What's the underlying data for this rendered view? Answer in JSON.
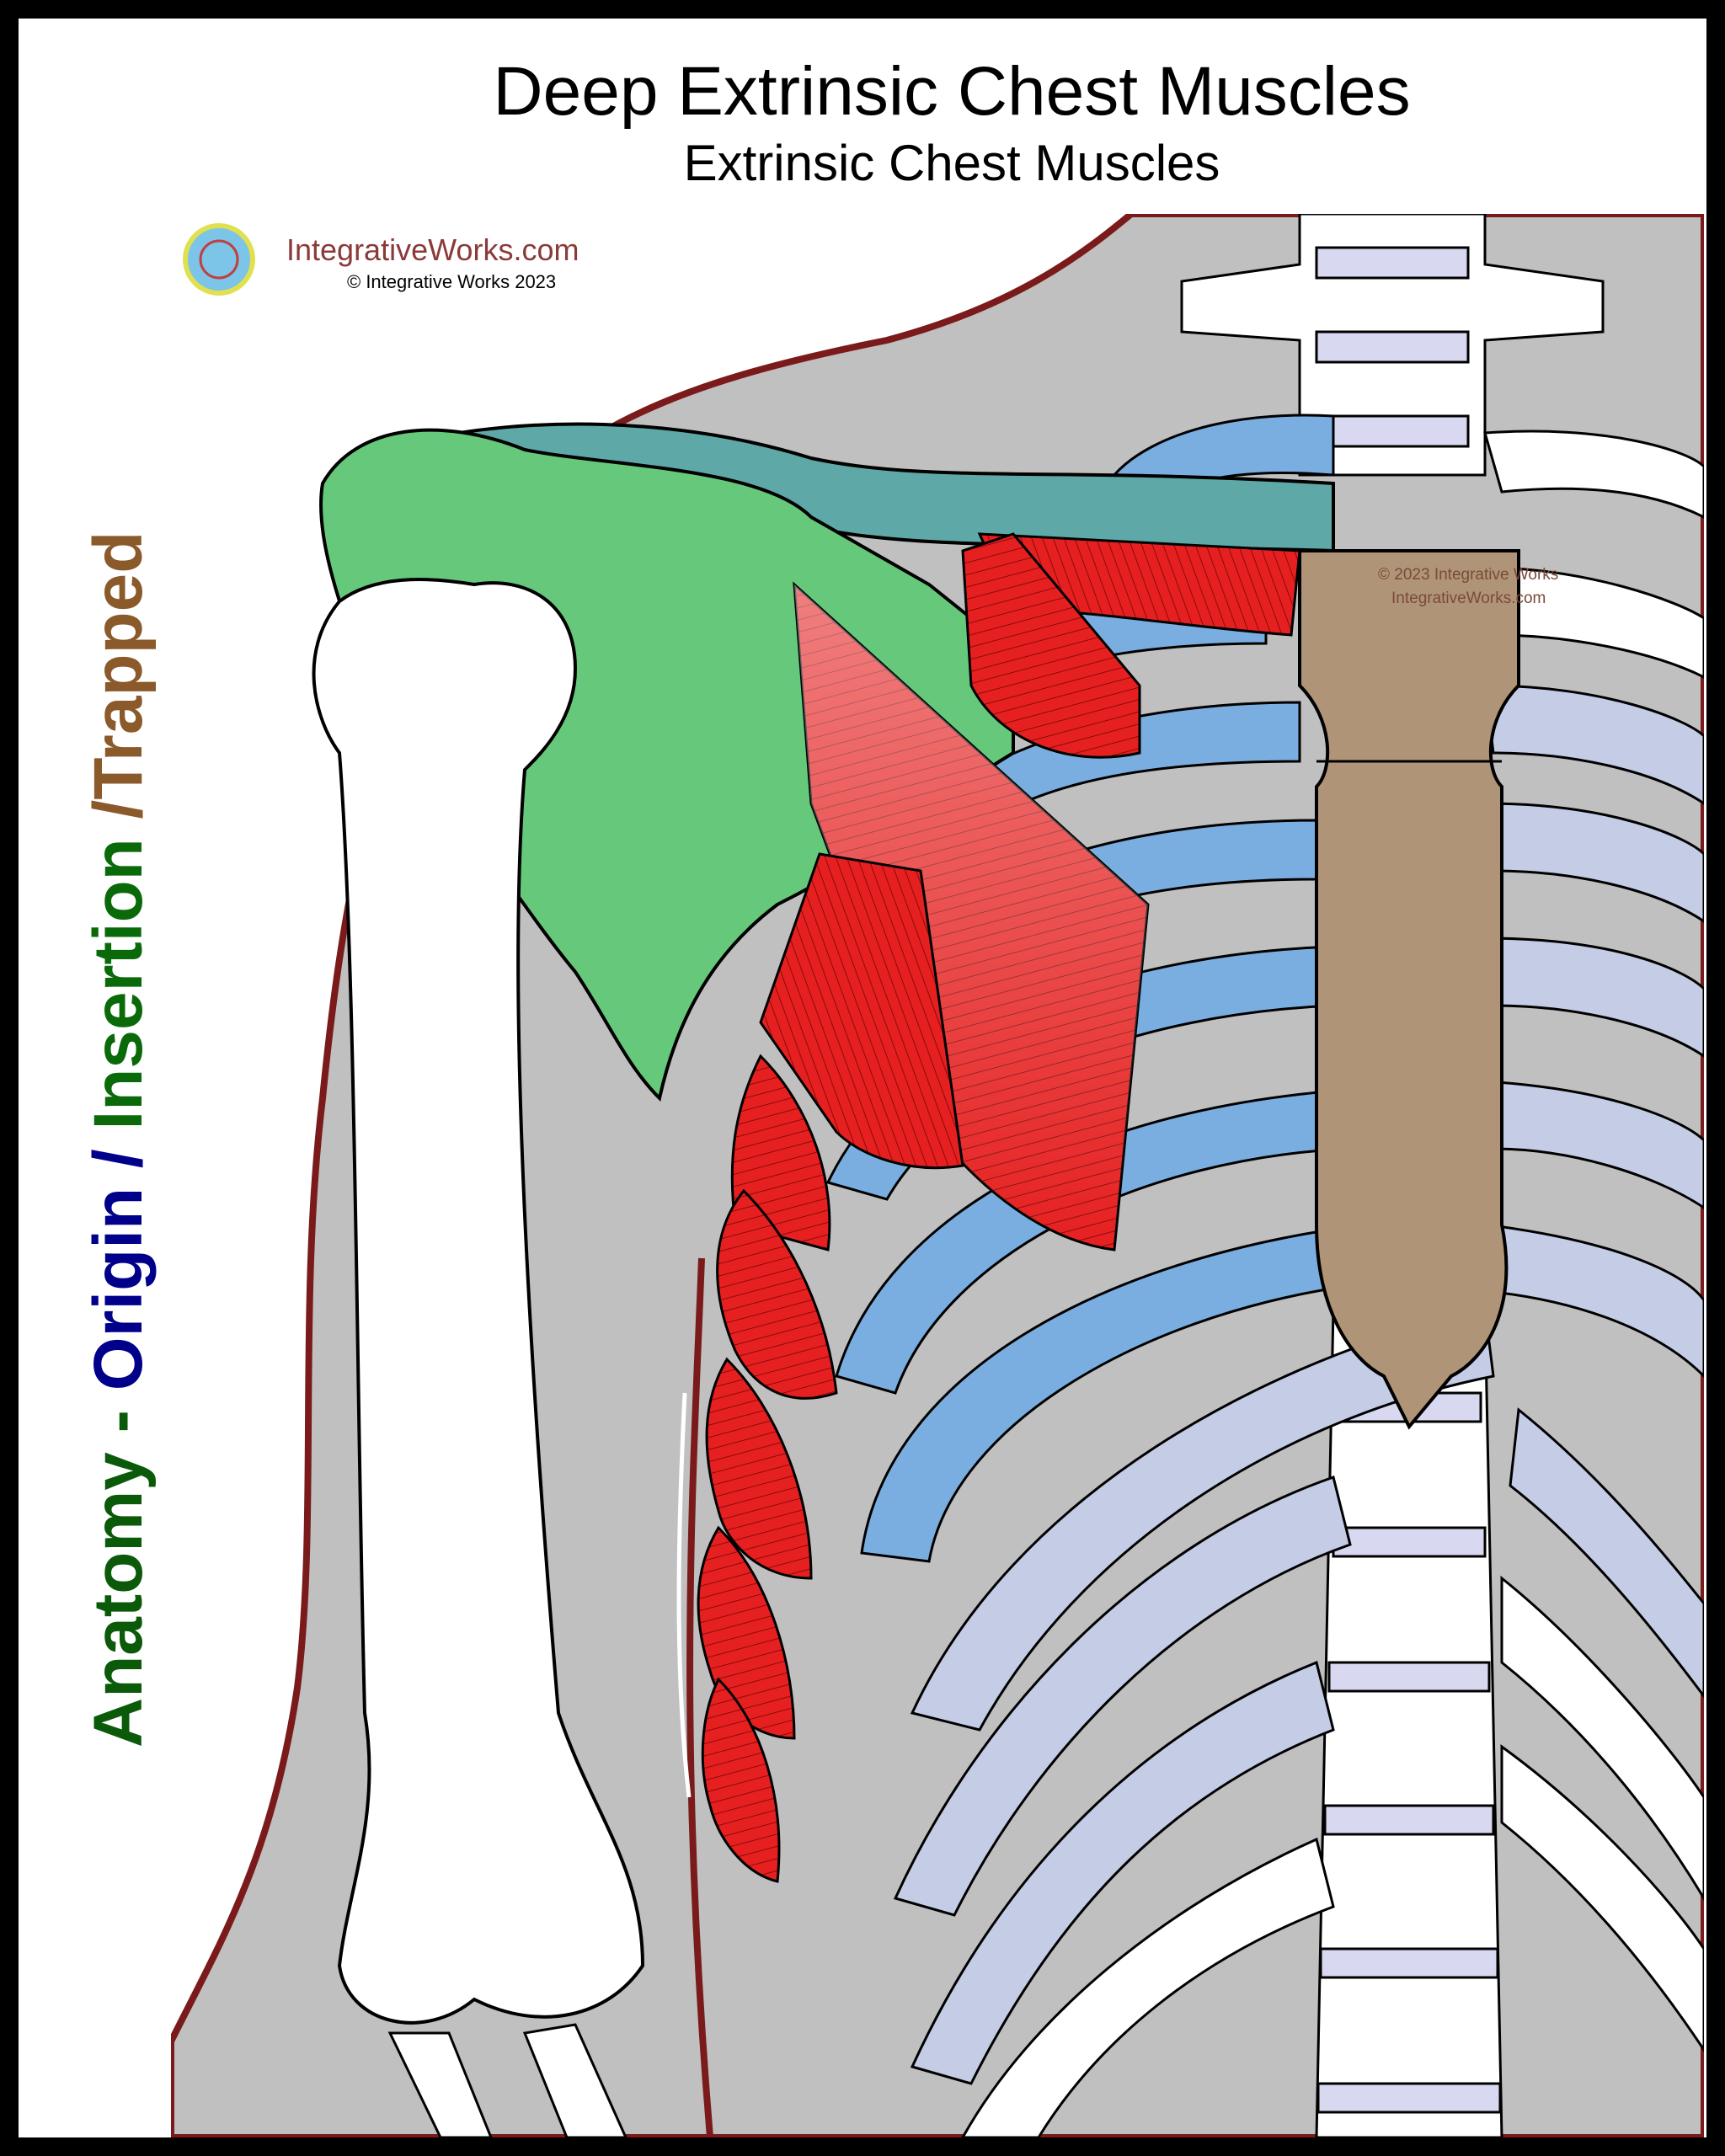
{
  "header": {
    "title": "Deep Extrinsic Chest Muscles",
    "subtitle": "Extrinsic Chest Muscles"
  },
  "side_label": {
    "anatomy": "Anatomy - ",
    "origin": "Origin",
    "sep1": " / ",
    "insertion": "Insertion",
    "sep2": " /",
    "trapped": "Trapped"
  },
  "logo": {
    "site": "IntegrativeWorks.com",
    "copyright": "© Integrative Works 2023"
  },
  "watermark": {
    "line1": "© 2023 Integrative Works",
    "line2": "IntegrativeWorks.com"
  },
  "colors": {
    "frame": "#000000",
    "background": "#c0c0c0",
    "skin_outline": "#7a1a1a",
    "muscle": "#e62020",
    "origin_scapula": "#66c87a",
    "clavicle": "#5fa8a8",
    "costal_cartilage": "#7aaee0",
    "rib_light": "#c4cce6",
    "sternum": "#b09478",
    "bone": "#ffffff",
    "disc": "#d8d8f0"
  }
}
